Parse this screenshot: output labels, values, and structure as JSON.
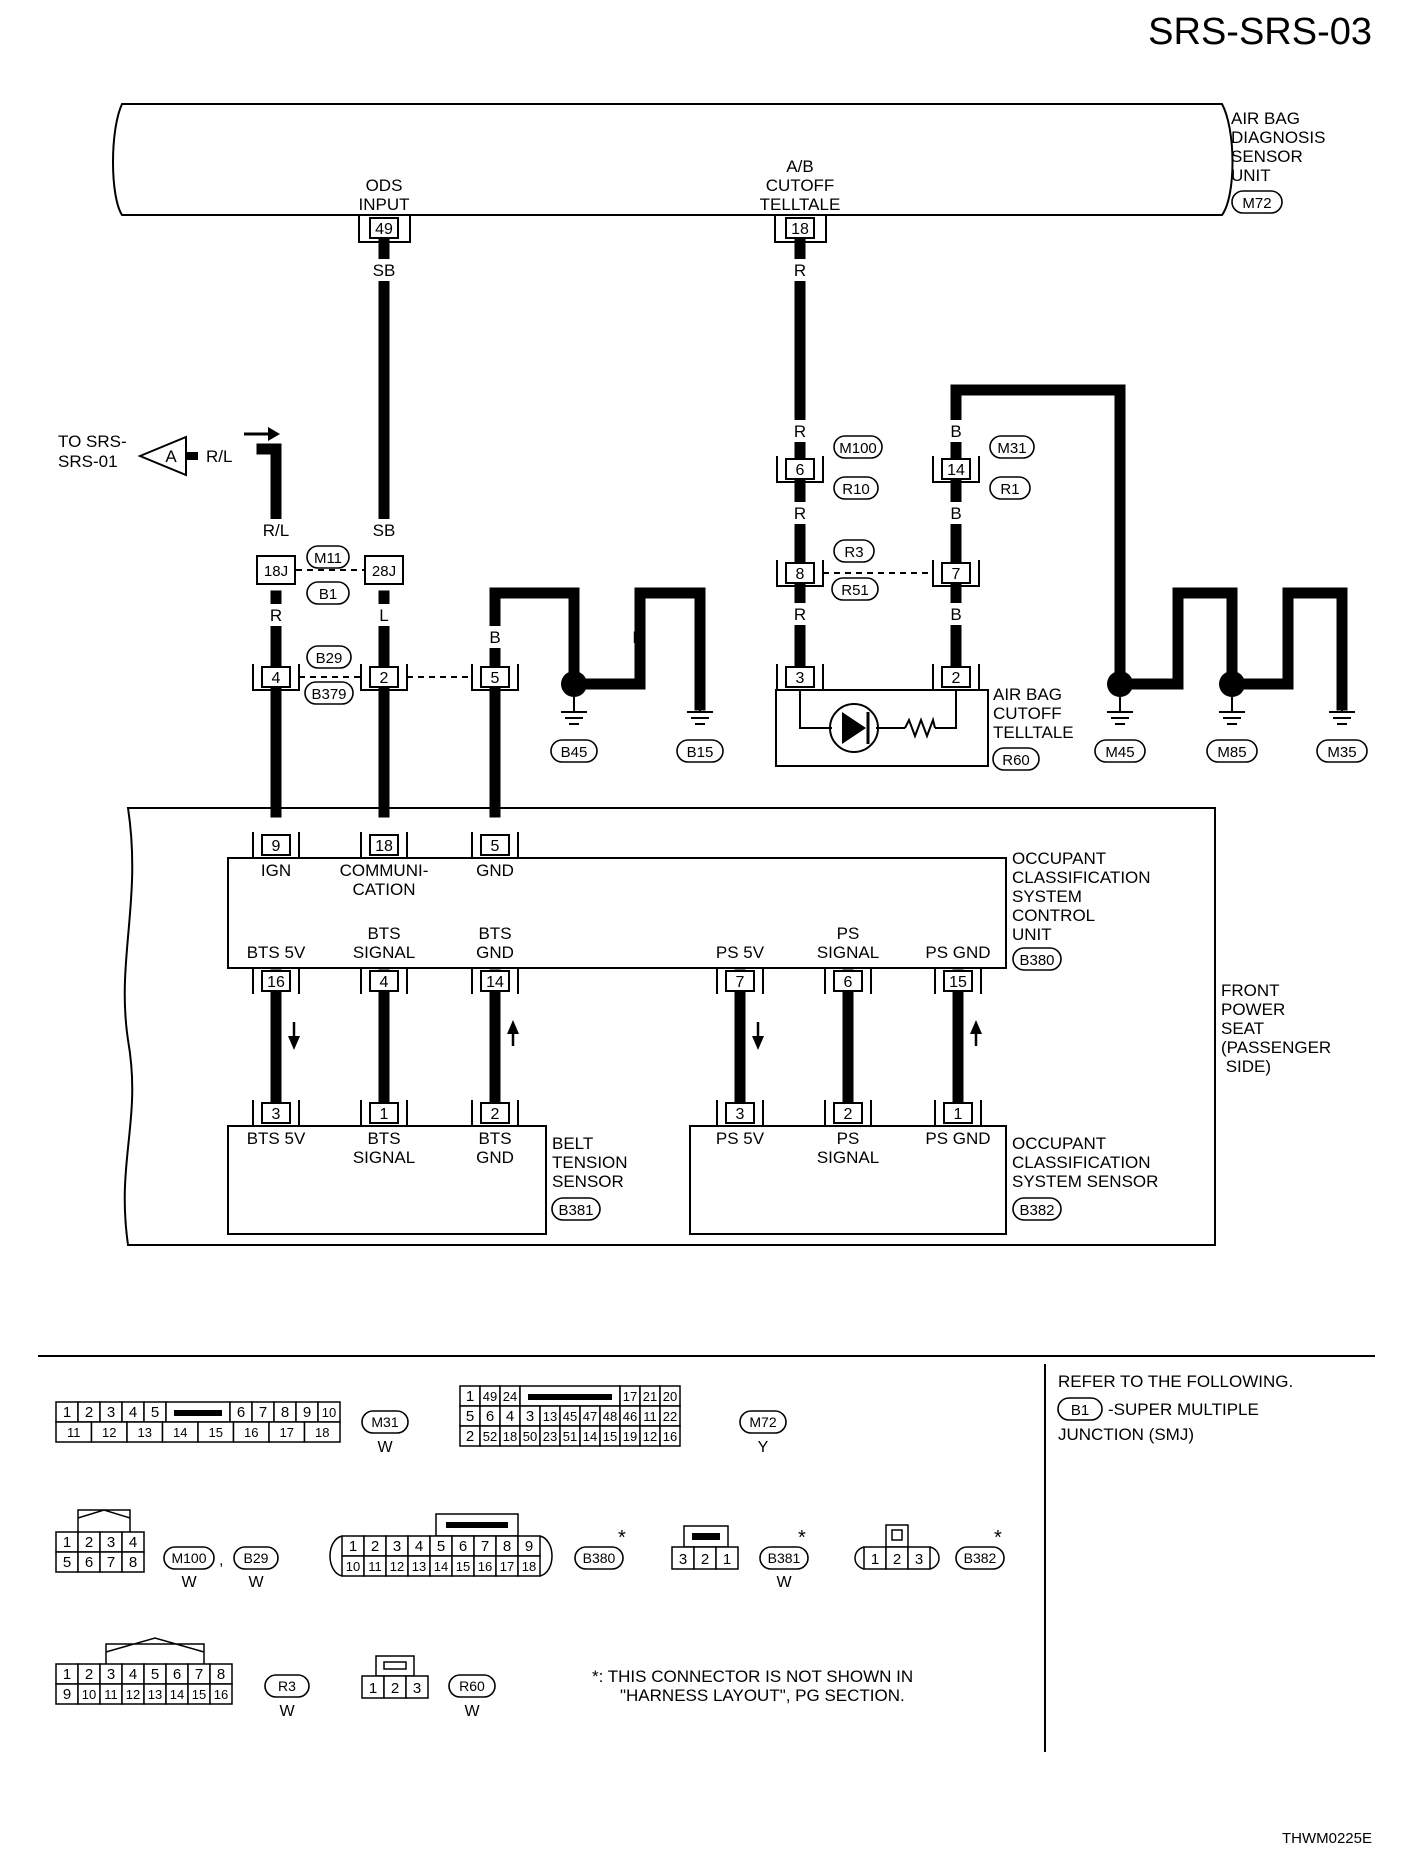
{
  "page_title": "SRS-SRS-03",
  "figure_code": "THWM0225E",
  "modules": {
    "airbag_unit": {
      "lines": [
        "AIR BAG",
        "DIAGNOSIS",
        "SENSOR",
        "UNIT"
      ],
      "tag": "M72"
    },
    "ocs_control_unit": {
      "lines": [
        "OCCUPANT",
        "CLASSIFICATION",
        "SYSTEM",
        "CONTROL",
        "UNIT"
      ],
      "tag": "B380"
    },
    "front_power_seat": {
      "lines": [
        "FRONT",
        "POWER",
        "SEAT",
        "(PASSENGER",
        " SIDE)"
      ]
    },
    "belt_tension_sensor": {
      "lines": [
        "BELT",
        "TENSION",
        "SENSOR"
      ],
      "tag": "B381"
    },
    "ocs_sensor": {
      "lines": [
        "OCCUPANT",
        "CLASSIFICATION",
        "SYSTEM SENSOR"
      ],
      "tag": "B382"
    },
    "cutoff_telltale": {
      "lines": [
        "AIR BAG",
        "CUTOFF",
        "TELLTALE"
      ],
      "tag": "R60"
    }
  },
  "airbag_pins": [
    {
      "pin": "49",
      "label": [
        "ODS",
        "INPUT"
      ]
    },
    {
      "pin": "18",
      "label": [
        "A/B",
        "CUTOFF",
        "TELLTALE"
      ]
    }
  ],
  "offpage": {
    "text": [
      "TO SRS-",
      "SRS-01"
    ],
    "letter": "A",
    "wire": "R/L"
  },
  "wire_colors": {
    "sb": "SB",
    "r": "R",
    "rl": "R/L",
    "l": "L",
    "b": "B"
  },
  "joint_connectors": {
    "m11_b1": {
      "tags": [
        "M11",
        "B1"
      ],
      "pins": [
        "18J",
        "28J"
      ]
    },
    "b29_b379": {
      "tags": [
        "B29",
        "B379"
      ],
      "pins": [
        "4",
        "2",
        "5"
      ]
    },
    "m100_r10": {
      "tags": [
        "M100",
        "R10"
      ],
      "pin": "6"
    },
    "m31_r1": {
      "tags": [
        "M31",
        "R1"
      ],
      "pin": "14"
    },
    "r3_r51": {
      "tags": [
        "R3",
        "R51"
      ],
      "pins": [
        "8",
        "7"
      ]
    }
  },
  "telltale_pins": [
    "3",
    "2"
  ],
  "grounds": [
    "B45",
    "B15",
    "M45",
    "M85",
    "M35"
  ],
  "ocs_top_pins": [
    {
      "pin": "9",
      "label": [
        "IGN"
      ]
    },
    {
      "pin": "18",
      "label": [
        "COMMUNI-",
        "CATION"
      ]
    },
    {
      "pin": "5",
      "label": [
        "GND"
      ]
    }
  ],
  "ocs_bottom_pins": [
    {
      "pin": "16",
      "label": [
        "BTS 5V"
      ]
    },
    {
      "pin": "4",
      "label": [
        "BTS",
        "SIGNAL"
      ]
    },
    {
      "pin": "14",
      "label": [
        "BTS",
        "GND"
      ]
    },
    {
      "pin": "7",
      "label": [
        "PS 5V"
      ]
    },
    {
      "pin": "6",
      "label": [
        "PS",
        "SIGNAL"
      ]
    },
    {
      "pin": "15",
      "label": [
        "PS GND"
      ]
    }
  ],
  "bts_pins": [
    {
      "pin": "3",
      "label": [
        "BTS 5V"
      ]
    },
    {
      "pin": "1",
      "label": [
        "BTS",
        "SIGNAL"
      ]
    },
    {
      "pin": "2",
      "label": [
        "BTS",
        "GND"
      ]
    }
  ],
  "ps_pins": [
    {
      "pin": "3",
      "label": [
        "PS 5V"
      ]
    },
    {
      "pin": "2",
      "label": [
        "PS",
        "SIGNAL"
      ]
    },
    {
      "pin": "1",
      "label": [
        "PS GND"
      ]
    }
  ],
  "connector_views": {
    "m31": {
      "tag": "M31",
      "color": "W",
      "rows": [
        [
          "1",
          "2",
          "3",
          "4",
          "5",
          "6",
          "7",
          "8",
          "9",
          "10"
        ],
        [
          "11",
          "12",
          "13",
          "14",
          "15",
          "16",
          "17",
          "18"
        ]
      ]
    },
    "m72": {
      "tag": "M72",
      "color": "Y",
      "rows": [
        [
          "1",
          "49",
          "24",
          "17",
          "21",
          "20"
        ],
        [
          "5",
          "6",
          "4",
          "3",
          "13",
          "45",
          "47",
          "48",
          "46",
          "11",
          "22"
        ],
        [
          "2",
          "52",
          "18",
          "50",
          "23",
          "51",
          "14",
          "15",
          "19",
          "12",
          "16"
        ]
      ]
    },
    "m100_b29": {
      "tags": [
        "M100",
        "B29"
      ],
      "colors": [
        "W",
        "W"
      ],
      "sep": ",",
      "rows": [
        [
          "1",
          "2",
          "3",
          "4"
        ],
        [
          "5",
          "6",
          "7",
          "8"
        ]
      ]
    },
    "b380": {
      "tag": "B380",
      "rows": [
        [
          "1",
          "2",
          "3",
          "4",
          "5",
          "6",
          "7",
          "8",
          "9"
        ],
        [
          "10",
          "11",
          "12",
          "13",
          "14",
          "15",
          "16",
          "17",
          "18"
        ]
      ]
    },
    "b381": {
      "tag": "B381",
      "color": "W",
      "cells": [
        "3",
        "2",
        "1"
      ]
    },
    "b382": {
      "tag": "B382",
      "cells": [
        "1",
        "2",
        "3"
      ]
    },
    "r3": {
      "tag": "R3",
      "color": "W",
      "rows": [
        [
          "1",
          "2",
          "3",
          "4",
          "5",
          "6",
          "7",
          "8"
        ],
        [
          "9",
          "10",
          "11",
          "12",
          "13",
          "14",
          "15",
          "16"
        ]
      ]
    },
    "r60": {
      "tag": "R60",
      "color": "W",
      "cells": [
        "1",
        "2",
        "3"
      ]
    }
  },
  "asterisk": "*",
  "footnote": [
    "*: THIS CONNECTOR IS NOT SHOWN IN",
    "\"HARNESS LAYOUT\", PG SECTION."
  ],
  "reference": {
    "line1": "REFER TO THE FOLLOWING.",
    "tag": "B1",
    "line2": "-SUPER MULTIPLE",
    "line3": "JUNCTION (SMJ)"
  }
}
